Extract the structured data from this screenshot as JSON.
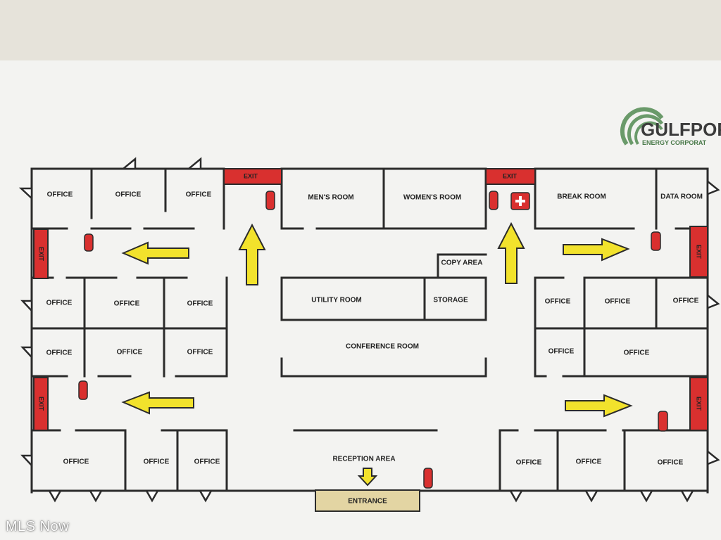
{
  "logo": {
    "name": "GULFPOR",
    "sub": "ENERGY CORPORAT"
  },
  "exit_label": "EXIT",
  "rooms": {
    "office": "OFFICE",
    "mens_room": "MEN'S ROOM",
    "womens_room": "WOMEN'S ROOM",
    "break_room": "BREAK ROOM",
    "data_room": "DATA ROOM",
    "copy_area": "COPY AREA",
    "utility_room": "UTILITY ROOM",
    "storage": "STORAGE",
    "conference_room": "CONFERENCE ROOM",
    "reception_area": "RECEPTION AREA",
    "entrance": "ENTRANCE"
  },
  "watermark": "MLS Now",
  "colors": {
    "exit_red": "#d9302f",
    "arrow_yellow": "#f2e22c",
    "entrance_tan": "#e3d5a3",
    "paper": "#f4f4f2"
  }
}
